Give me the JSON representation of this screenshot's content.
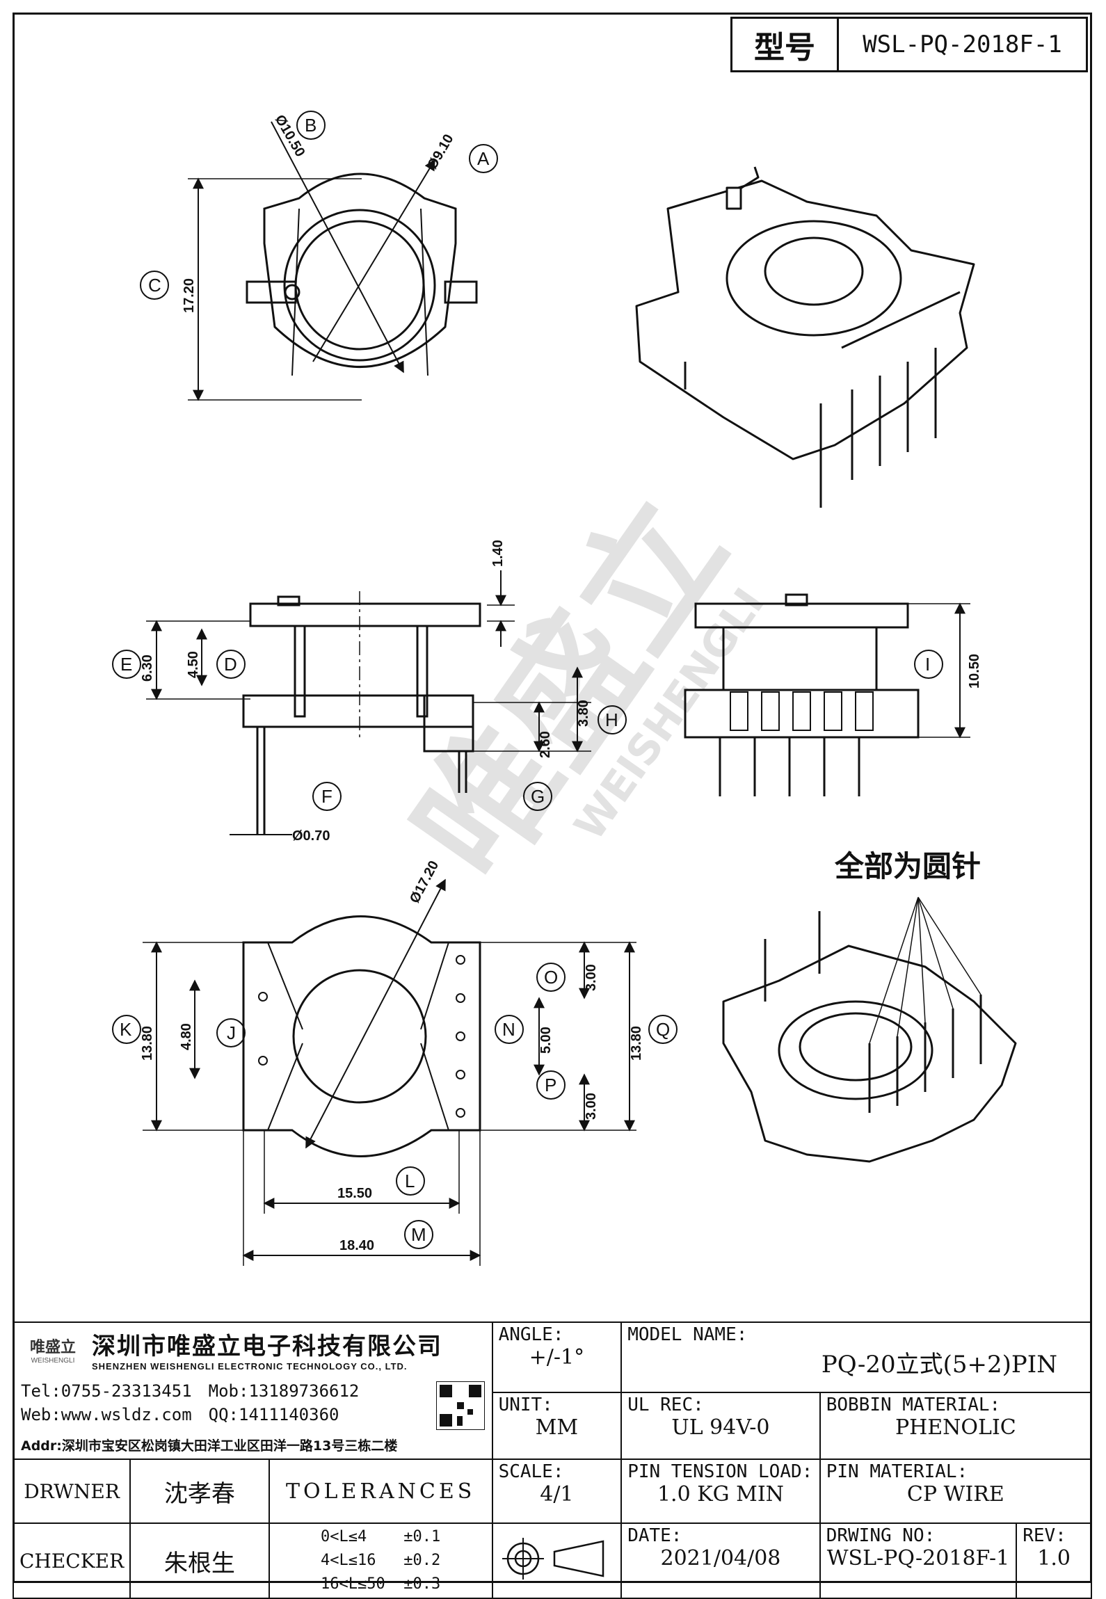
{
  "title": {
    "label": "型号",
    "value": "WSL-PQ-2018F-1"
  },
  "watermark": {
    "text": "唯盛立",
    "sub": "WEISHENGLI"
  },
  "top_view": {
    "dims": {
      "B": "Ø10.50",
      "A": "Ø9.10",
      "C": "17.20"
    },
    "bubbles": {
      "A": "A",
      "B": "B",
      "C": "C"
    }
  },
  "side_view": {
    "dims": {
      "top": "1.40",
      "E": "6.30",
      "D": "4.50",
      "H": "3.80",
      "G": "2.60",
      "pin": "Ø0.70"
    },
    "bubbles": {
      "D": "D",
      "E": "E",
      "F": "F",
      "G": "G",
      "H": "H"
    }
  },
  "end_view": {
    "dims": {
      "I": "10.50"
    },
    "bubbles": {
      "I": "I"
    }
  },
  "bottom_view": {
    "dims": {
      "dia": "Ø17.20",
      "K": "13.80",
      "J": "4.80",
      "O": "3.00",
      "N": "5.00",
      "P": "3.00",
      "Q": "13.80",
      "L": "15.50",
      "M": "18.40"
    },
    "bubbles": {
      "J": "J",
      "K": "K",
      "L": "L",
      "M": "M",
      "N": "N",
      "O": "O",
      "P": "P",
      "Q": "Q"
    }
  },
  "iso_note": "全部为圆针",
  "title_block": {
    "company_cn": "深圳市唯盛立电子科技有限公司",
    "company_en": "SHENZHEN WEISHENGLI ELECTRONIC TECHNOLOGY CO., LTD.",
    "logo_text": "唯盛立",
    "logo_sub": "WEISHENGLI",
    "tel": "Tel:0755-23313451",
    "mob": "Mob:13189736612",
    "web": "Web:www.wsldz.com",
    "qq": "QQ:1411140360",
    "addr": "Addr:深圳市宝安区松岗镇大田洋工业区田洋一路13号三栋二楼",
    "angle_label": "ANGLE:",
    "angle_value": "+/-1°",
    "model_label": "MODEL NAME:",
    "model_value": "PQ-20立式(5+2)PIN",
    "unit_label": "UNIT:",
    "unit_value": "MM",
    "ul_label": "UL REC:",
    "ul_value": "UL 94V-0",
    "bobbin_label": "BOBBIN MATERIAL:",
    "bobbin_value": "PHENOLIC",
    "drawer_label": "DRWNER",
    "drawer_value": "沈孝春",
    "tolerances_label": "TOLERANCES",
    "tol1": "0<L≤4    ±0.1",
    "tol2": "4<L≤16   ±0.2",
    "tol3": "16<L≤50  ±0.3",
    "scale_label": "SCALE:",
    "scale_value": "4/1",
    "tension_label": "PIN TENSION LOAD:",
    "tension_value": "1.0 KG MIN",
    "pinmat_label": "PIN MATERIAL:",
    "pinmat_value": "CP WIRE",
    "checker_label": "CHECKER",
    "checker_value": "朱根生",
    "date_label": "DATE:",
    "date_value": "2021/04/08",
    "dwgno_label": "DRWING NO:",
    "dwgno_value": "WSL-PQ-2018F-1",
    "rev_label": "REV:",
    "rev_value": "1.0"
  }
}
